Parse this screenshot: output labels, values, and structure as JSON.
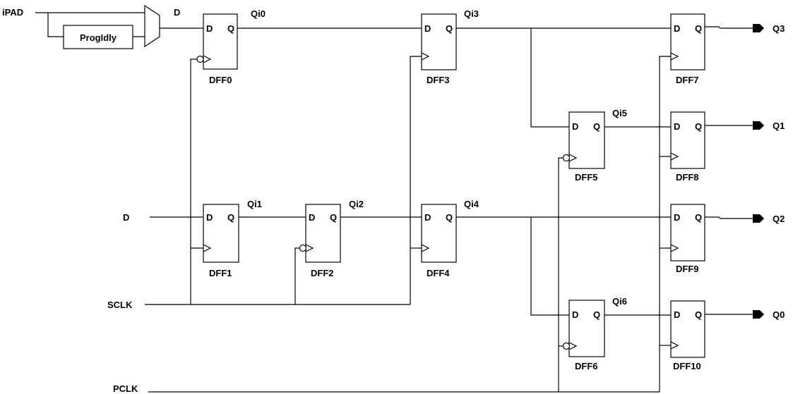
{
  "inputs": {
    "ipad": "iPAD",
    "d": "D",
    "sclk": "SCLK",
    "pclk": "PCLK"
  },
  "delay_block": {
    "label": "ProgIdly"
  },
  "mux_out_label": "D",
  "flipflops": {
    "dff0": {
      "name": "DFF0",
      "d_pin": "D",
      "q_pin": "Q"
    },
    "dff1": {
      "name": "DFF1",
      "d_pin": "D",
      "q_pin": "Q"
    },
    "dff2": {
      "name": "DFF2",
      "d_pin": "D",
      "q_pin": "Q"
    },
    "dff3": {
      "name": "DFF3",
      "d_pin": "D",
      "q_pin": "Q"
    },
    "dff4": {
      "name": "DFF4",
      "d_pin": "D",
      "q_pin": "Q"
    },
    "dff5": {
      "name": "DFF5",
      "d_pin": "D",
      "q_pin": "Q"
    },
    "dff6": {
      "name": "DFF6",
      "d_pin": "D",
      "q_pin": "Q"
    },
    "dff7": {
      "name": "DFF7",
      "d_pin": "D",
      "q_pin": "Q"
    },
    "dff8": {
      "name": "DFF8",
      "d_pin": "D",
      "q_pin": "Q"
    },
    "dff9": {
      "name": "DFF9",
      "d_pin": "D",
      "q_pin": "Q"
    },
    "dff10": {
      "name": "DFF10",
      "d_pin": "D",
      "q_pin": "Q"
    }
  },
  "internal_signals": {
    "qi0": "Qi0",
    "qi1": "Qi1",
    "qi2": "Qi2",
    "qi3": "Qi3",
    "qi4": "Qi4",
    "qi5": "Qi5",
    "qi6": "Qi6"
  },
  "outputs": {
    "q3": "Q3",
    "q1": "Q1",
    "q2": "Q2",
    "q0": "Q0"
  }
}
